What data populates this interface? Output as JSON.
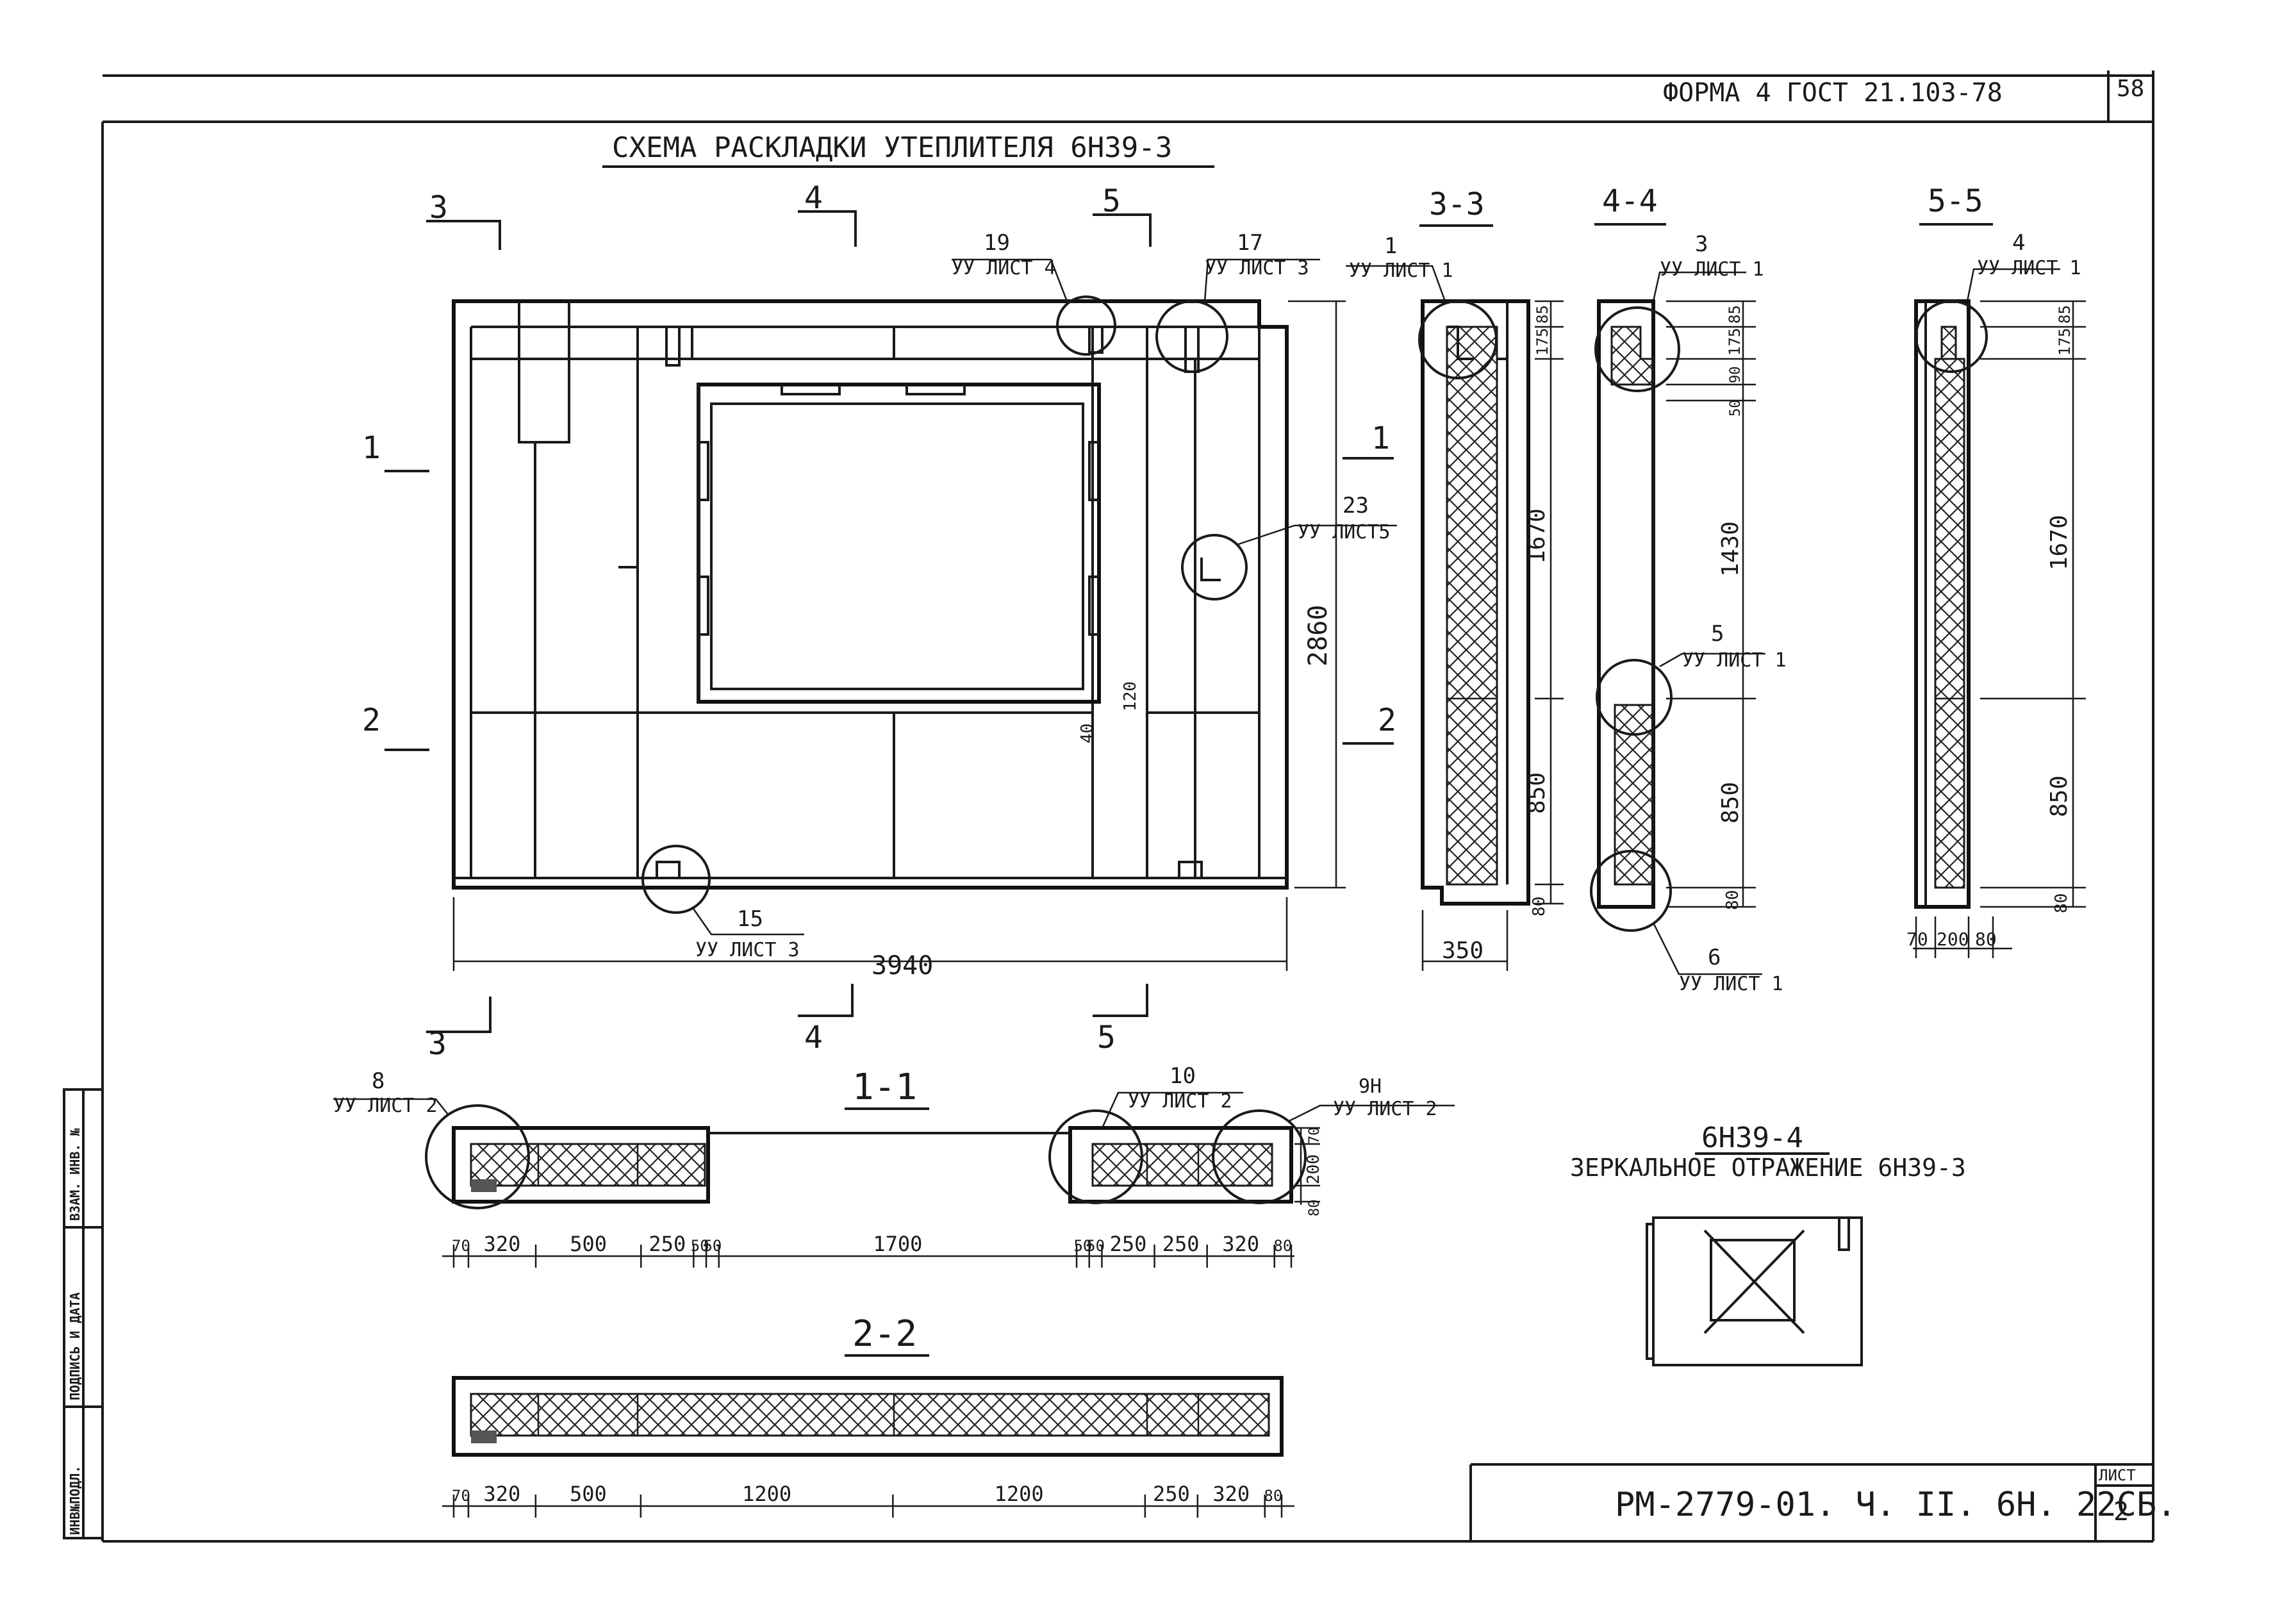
{
  "header": {
    "form_ref": "ФОРМА 4 ГОСТ 21.103-78",
    "page_no": "58"
  },
  "drawing": {
    "title": "СХЕМА РАСКЛАДКИ УТЕПЛИТЕЛЯ 6Н39-3",
    "sheet_ref": "УУ ЛИСТ",
    "section_marks": {
      "s1": "1",
      "s2": "2",
      "s3": "3",
      "s4": "4",
      "s5": "5"
    },
    "callouts": {
      "c19": "19",
      "c17": "17",
      "c23": "23",
      "c15": "15",
      "sh4": "УУ ЛИСТ 4",
      "sh3": "УУ ЛИСТ 3",
      "sh5": "УУ ЛИСТ5",
      "sh3b": "УУ ЛИСТ 3"
    },
    "dims": {
      "width": "3940",
      "height": "2860",
      "d120": "120",
      "d40": "40"
    }
  },
  "sec33": {
    "title": "3-3",
    "callout": "1",
    "sheet": "УУ ЛИСТ 1",
    "d175": "175",
    "d85": "85",
    "d1670": "1670",
    "d850": "850",
    "d80": "80",
    "d350": "350"
  },
  "sec44": {
    "title": "4-4",
    "callout_top": "3",
    "sheet_top": "УУ ЛИСТ 1",
    "callout_mid": "5",
    "sheet_mid": "УУ ЛИСТ 1",
    "callout_bot": "6",
    "sheet_bot": "УУ ЛИСТ 1",
    "d85": "85",
    "d175": "175",
    "d90": "90",
    "d50": "50",
    "d1430": "1430",
    "d850": "850",
    "d80": "80"
  },
  "sec55": {
    "title": "5-5",
    "callout": "4",
    "sheet": "УУ ЛИСТ 1",
    "d85": "85",
    "d175": "175",
    "d1670": "1670",
    "d850": "850",
    "d80": "80",
    "w70": "70",
    "w200": "200",
    "w80": "80"
  },
  "sec11": {
    "title": "1-1",
    "callout_left": "8",
    "sheet_left": "УУ ЛИСТ 2",
    "callout_mid": "10",
    "sheet_mid": "УУ ЛИСТ 2",
    "callout_right": "9Н",
    "sheet_right": "УУ ЛИСТ 2",
    "dims": [
      "70",
      "320",
      "500",
      "250",
      "50",
      "50",
      "1700",
      "50",
      "50",
      "250",
      "250",
      "320",
      "80"
    ],
    "v70": "70",
    "v200": "200",
    "v80": "80"
  },
  "sec22": {
    "title": "2-2",
    "dims": [
      "70",
      "320",
      "500",
      "1200",
      "1200",
      "250",
      "320",
      "80"
    ]
  },
  "mirror": {
    "title": "6Н39-4",
    "subtitle": "ЗЕРКАЛЬНОЕ ОТРАЖЕНИЕ 6Н39-3"
  },
  "stamp": {
    "doc_code": "РМ-2779-01. Ч. II. 6Н. 22СБ.",
    "sheet_label": "ЛИСТ",
    "sheet_no": "2"
  },
  "left_strip": {
    "inv_podl": "ИНВ№ПОДЛ.",
    "sign_date": "ПОДПИСЬ И ДАТА",
    "vzam_inv": "ВЗАМ. ИНВ. №"
  }
}
